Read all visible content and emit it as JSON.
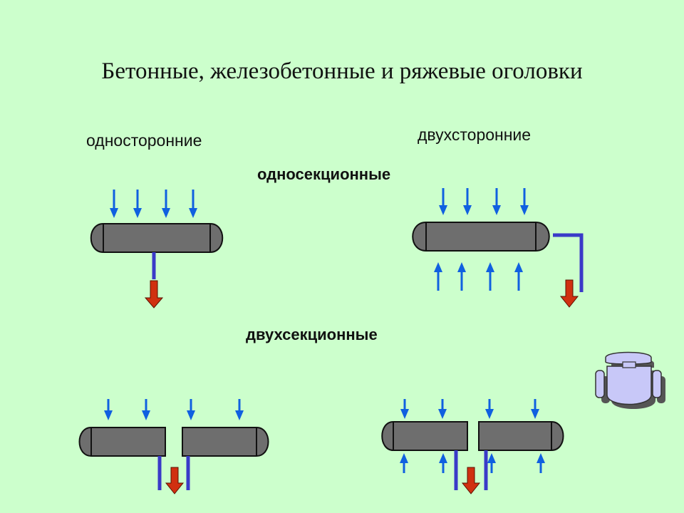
{
  "title": "Бетонные, железобетонные и ряжевые оголовки",
  "labels": {
    "one_sided": "односторонние",
    "two_sided": "двухсторонние",
    "single_section": "односекционные",
    "double_section": "двухсекционные"
  },
  "colors": {
    "background": "#ccffcc",
    "body_fill": "#6e6e6e",
    "inflow_arrow": "#1060e0",
    "pipe": "#3a3ac8",
    "outflow_arrow": "#d03010"
  },
  "icons": [
    "inflow-arrow-icon",
    "outflow-arrow-icon",
    "office-chair-icon"
  ]
}
